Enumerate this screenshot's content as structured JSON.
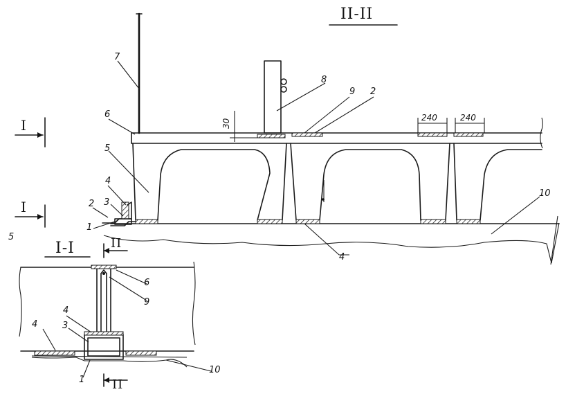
{
  "sections": {
    "main_title": "II-II",
    "detail_title": "I-I",
    "cut_left_top": "I",
    "cut_left_bottom": "I",
    "cut_detail_top": "II",
    "cut_detail_bottom": "II"
  },
  "dimensions": {
    "gap_height": "30",
    "pad_width_a": "240",
    "pad_width_b": "240"
  },
  "labels": {
    "l1_main": "1",
    "l2_main": "2",
    "l3_main": "3",
    "l4_main_left": "4",
    "l4_main_bottom": "4",
    "l5_main": "5",
    "l6_main": "6",
    "l7_main": "7",
    "l8_main": "8",
    "l9_main": "9",
    "l2_main_right": "2",
    "l10_main": "10",
    "l5_detail": "5",
    "l6_detail": "6",
    "l9_detail": "9",
    "l4_detail_top": "4",
    "l4_detail_left": "4",
    "l3_detail": "3",
    "l1_detail": "1",
    "l10_detail": "10"
  }
}
